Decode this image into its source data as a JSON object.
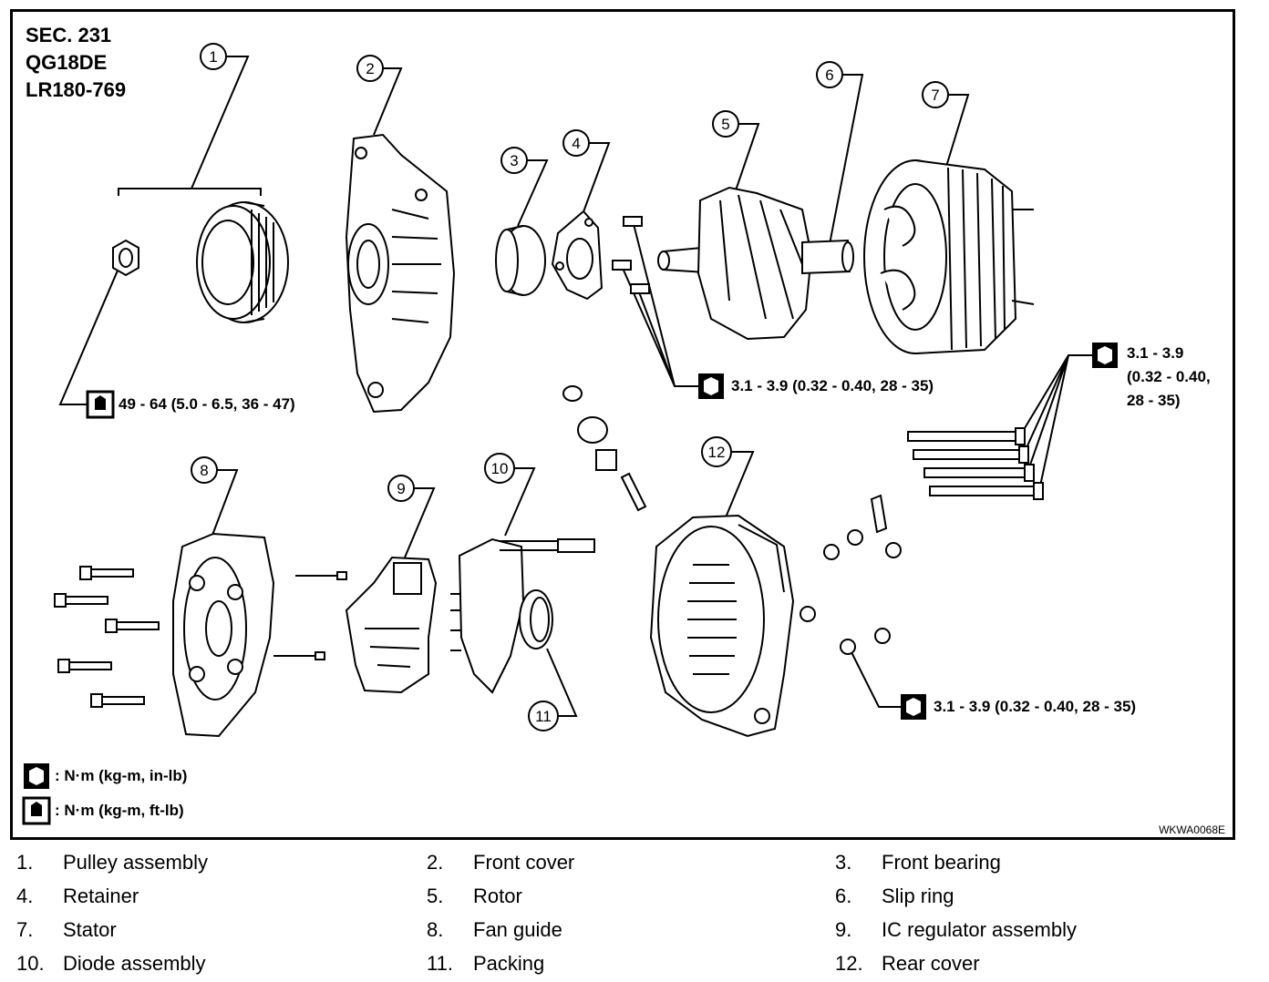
{
  "header": {
    "section": "SEC. 231",
    "engine": "QG18DE",
    "model": "LR180-769"
  },
  "callouts": [
    "1",
    "2",
    "3",
    "4",
    "5",
    "6",
    "7",
    "8",
    "9",
    "10",
    "11",
    "12"
  ],
  "torque": {
    "nut": "49 - 64 (5.0 - 6.5, 36 - 47)",
    "screws_upper": "3.1 - 3.9 (0.32 - 0.40, 28 - 35)",
    "bolts_right_line1": "3.1 - 3.9",
    "bolts_right_line2": "(0.32 - 0.40,",
    "bolts_right_line3": "28 - 35)",
    "nuts_rear": "3.1 - 3.9 (0.32 - 0.40, 28 - 35)"
  },
  "legend": {
    "in_lb": ": N·m (kg-m, in-lb)",
    "ft_lb": ": N·m (kg-m, ft-lb)"
  },
  "figure_code": "WKWA0068E",
  "parts": [
    {
      "num": "1.",
      "label": "Pulley assembly"
    },
    {
      "num": "2.",
      "label": "Front cover"
    },
    {
      "num": "3.",
      "label": "Front bearing"
    },
    {
      "num": "4.",
      "label": "Retainer"
    },
    {
      "num": "5.",
      "label": "Rotor"
    },
    {
      "num": "6.",
      "label": "Slip ring"
    },
    {
      "num": "7.",
      "label": "Stator"
    },
    {
      "num": "8.",
      "label": "Fan guide"
    },
    {
      "num": "9.",
      "label": "IC regulator assembly"
    },
    {
      "num": "10.",
      "label": "Diode assembly"
    },
    {
      "num": "11.",
      "label": "Packing"
    },
    {
      "num": "12.",
      "label": "Rear cover"
    }
  ]
}
